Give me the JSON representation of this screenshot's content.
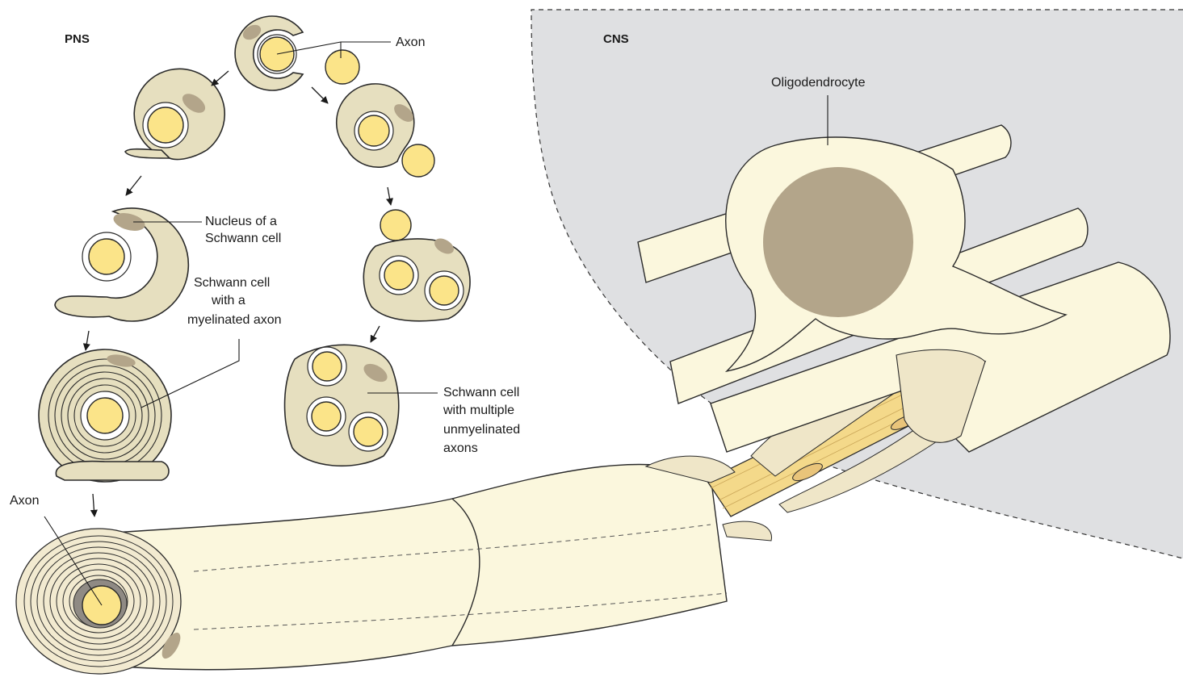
{
  "titles": {
    "pns": "PNS",
    "cns": "CNS"
  },
  "labels": {
    "axon_top": "Axon",
    "oligodendrocyte": "Oligodendrocyte",
    "nucleus_line1": "Nucleus of a",
    "nucleus_line2": "Schwann cell",
    "myelinated_line1": "Schwann cell",
    "myelinated_line2": "with a",
    "myelinated_line3": "myelinated axon",
    "unmyelinated_line1": "Schwann cell",
    "unmyelinated_line2": "with multiple",
    "unmyelinated_line3": "unmyelinated",
    "unmyelinated_line4": "axons",
    "axon_bottom": "Axon"
  },
  "colors": {
    "cns_region": "#dfe0e2",
    "schwann_cytoplasm": "#e6dfbf",
    "nucleus": "#b3a58a",
    "axon": "#fbe489",
    "fiber": "#fbf7dd"
  }
}
